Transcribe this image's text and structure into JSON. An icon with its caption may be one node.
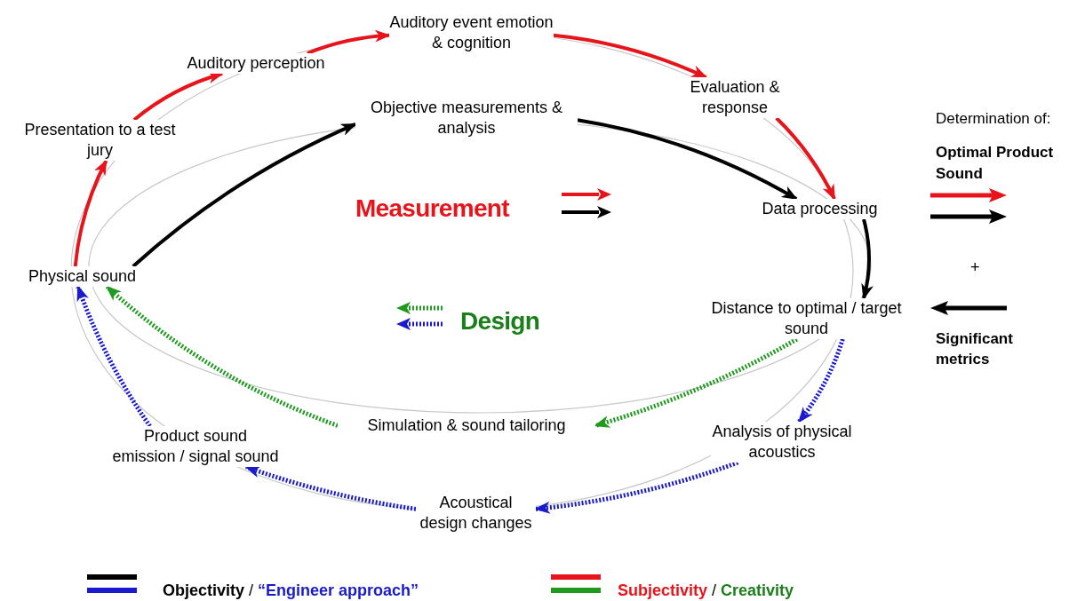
{
  "diagram": {
    "nodes": [
      {
        "text": [
          "Physical sound"
        ]
      },
      {
        "text": [
          "Presentation to a test jury"
        ]
      },
      {
        "text": [
          "Auditory perception"
        ]
      },
      {
        "text": [
          "Auditory event emotion & cognition"
        ]
      },
      {
        "text": [
          "Evaluation & response"
        ]
      },
      {
        "text": [
          "Objective measurements & analysis"
        ]
      },
      {
        "text": [
          "Data processing"
        ]
      },
      {
        "text": [
          "Distance to optimal / target sound"
        ]
      },
      {
        "text": [
          "Simulation & sound tailoring"
        ]
      },
      {
        "text": [
          "Analysis of physical acoustics"
        ]
      },
      {
        "text": [
          "Acoustical design changes"
        ]
      },
      {
        "text": [
          "Product sound emission / signal sound"
        ]
      }
    ],
    "edges": [
      {
        "from": 0,
        "to": 1,
        "arrow": "to",
        "color": "#e8141b"
      },
      {
        "from": 1,
        "to": 2,
        "arrow": "to",
        "color": "#e8141b"
      },
      {
        "from": 2,
        "to": 3,
        "arrow": "to",
        "color": "#e8141b"
      },
      {
        "from": 3,
        "to": 4,
        "arrow": "to",
        "color": "#e8141b"
      },
      {
        "from": 4,
        "to": 6,
        "arrow": "to",
        "color": "#e8141b"
      },
      {
        "from": 0,
        "to": 5,
        "arrow": "to",
        "color": "#000000"
      },
      {
        "from": 5,
        "to": 6,
        "arrow": "to",
        "color": "#000000"
      },
      {
        "from": 6,
        "to": 7,
        "arrow": "to",
        "color": "#000000"
      },
      {
        "from": 7,
        "to": 8,
        "arrow": "to",
        "style": "dashed",
        "color": "#1f9a1f"
      },
      {
        "from": 8,
        "to": 0,
        "arrow": "to",
        "style": "dashed",
        "color": "#1f9a1f"
      },
      {
        "from": 7,
        "to": 9,
        "arrow": "to",
        "style": "dashed",
        "color": "#1a1acc"
      },
      {
        "from": 9,
        "to": 10,
        "arrow": "to",
        "style": "dashed",
        "color": "#1a1acc"
      },
      {
        "from": 10,
        "to": 11,
        "arrow": "to",
        "style": "dashed",
        "color": "#1a1acc"
      },
      {
        "from": 11,
        "to": 0,
        "arrow": "to",
        "style": "dashed",
        "color": "#1a1acc"
      }
    ],
    "labels": [
      "Measurement",
      "Design",
      "Determination of:",
      "Optimal Product Sound",
      "+",
      "Significant metrics"
    ],
    "legend": [
      {
        "text": "Objectivity / “Engineer approach”"
      },
      {
        "text": "Subjectivity / Creativity"
      }
    ]
  }
}
